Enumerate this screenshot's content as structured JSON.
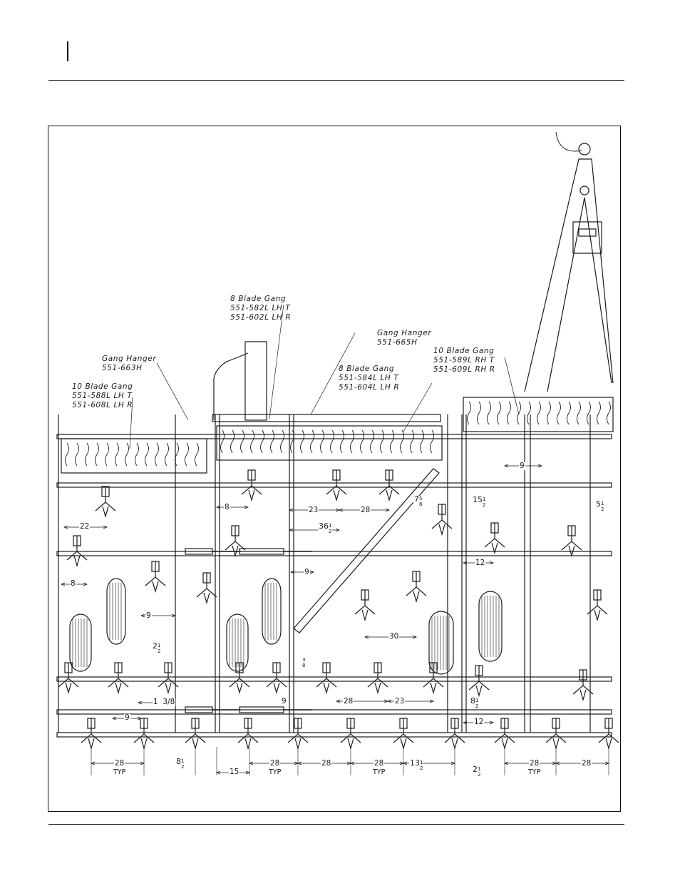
{
  "labels": {
    "gang_8_left": {
      "title": "8 Blade Gang",
      "part1": "551-582L LH T",
      "part2": "551-602L LH R"
    },
    "hanger_right": {
      "title": "Gang Hanger",
      "part1": "551-665H"
    },
    "gang_10_right": {
      "title": "10 Blade Gang",
      "part1": "551-589L RH T",
      "part2": "551-609L RH R"
    },
    "hanger_left": {
      "title": "Gang Hanger",
      "part1": "551-663H"
    },
    "gang_8_mid": {
      "title": "8 Blade Gang",
      "part1": "551-584L LH T",
      "part2": "551-604L LH R"
    },
    "gang_10_left": {
      "title": "10 Blade Gang",
      "part1": "551-588L LH T",
      "part2": "551-608L LH R"
    }
  },
  "dimensions": {
    "d9_top": "9",
    "d8_a": "8",
    "d23_a": "23",
    "d28_a": "28",
    "d22": "22",
    "d36_whole": "36",
    "d36_num": "1",
    "d36_den": "2",
    "d7_whole": "7",
    "d7_num": "5",
    "d7_den": "8",
    "d15_whole": "15",
    "d15_num": "1",
    "d15_den": "2",
    "d5_whole": "5",
    "d5_num": "1",
    "d5_den": "2",
    "d12_a": "12",
    "d9_mid": "9",
    "d8_left": "8",
    "d9_left": "9",
    "d30": "30",
    "d2a_whole": "2",
    "d2a_num": "1",
    "d2a_den": "2",
    "d3_num": "3",
    "d3_den": "8",
    "d1_3_8": "1  3/8",
    "d9_low": "9",
    "d9_bot": "9",
    "d28_b": "28",
    "d23_b": "23",
    "d8b_whole": "8",
    "d8b_num": "1",
    "d8b_den": "2",
    "d12_b": "12",
    "b28_1": "28",
    "b_typ_1": "TYP",
    "b8_whole": "8",
    "b8_num": "1",
    "b8_den": "2",
    "b15": "15",
    "b28_2": "28",
    "b_typ_2": "TYP",
    "b28_3": "28",
    "b28_4": "28",
    "b_typ_3": "TYP",
    "b13_whole": "13",
    "b13_num": "1",
    "b13_den": "2",
    "b2_whole": "2",
    "b2_num": "1",
    "b2_den": "2",
    "b28_5": "28",
    "b_typ_4": "TYP",
    "b28_6": "28"
  }
}
